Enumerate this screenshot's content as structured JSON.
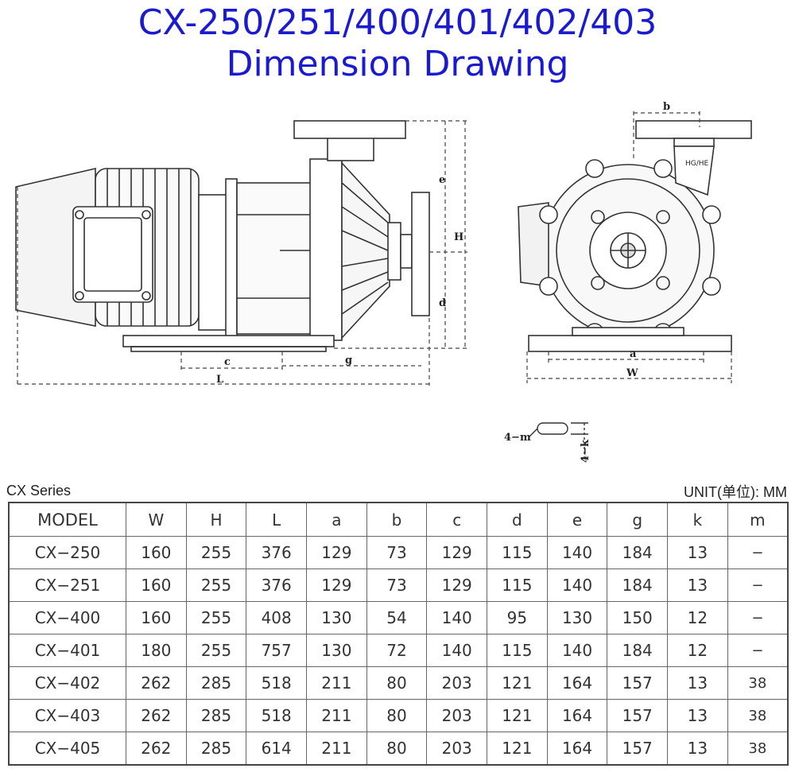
{
  "title": {
    "line1": "CX-250/251/400/401/402/403",
    "line2": "Dimension Drawing"
  },
  "drawing": {
    "side_labels": {
      "e": "e",
      "H": "H",
      "d": "d",
      "c": "c",
      "g": "g",
      "L": "L"
    },
    "front_labels": {
      "b": "b",
      "a": "a",
      "W": "W",
      "hub": "HG/HE"
    },
    "detail_labels": {
      "m": "4−m",
      "k": "4−k"
    }
  },
  "table": {
    "series": "CX Series",
    "unit": "UNIT(单位): MM",
    "headers": [
      "MODEL",
      "W",
      "H",
      "L",
      "a",
      "b",
      "c",
      "d",
      "e",
      "g",
      "k",
      "m"
    ],
    "rows": [
      [
        "CX−250",
        "160",
        "255",
        "376",
        "129",
        "73",
        "129",
        "115",
        "140",
        "184",
        "13",
        "−"
      ],
      [
        "CX−251",
        "160",
        "255",
        "376",
        "129",
        "73",
        "129",
        "115",
        "140",
        "184",
        "13",
        "−"
      ],
      [
        "CX−400",
        "160",
        "255",
        "408",
        "130",
        "54",
        "140",
        "95",
        "130",
        "150",
        "12",
        "−"
      ],
      [
        "CX−401",
        "180",
        "255",
        "757",
        "130",
        "72",
        "140",
        "115",
        "140",
        "184",
        "12",
        "−"
      ],
      [
        "CX−402",
        "262",
        "285",
        "518",
        "211",
        "80",
        "203",
        "121",
        "164",
        "157",
        "13",
        "38"
      ],
      [
        "CX−403",
        "262",
        "285",
        "518",
        "211",
        "80",
        "203",
        "121",
        "164",
        "157",
        "13",
        "38"
      ],
      [
        "CX−405",
        "262",
        "285",
        "614",
        "211",
        "80",
        "203",
        "121",
        "164",
        "157",
        "13",
        "38"
      ]
    ]
  }
}
